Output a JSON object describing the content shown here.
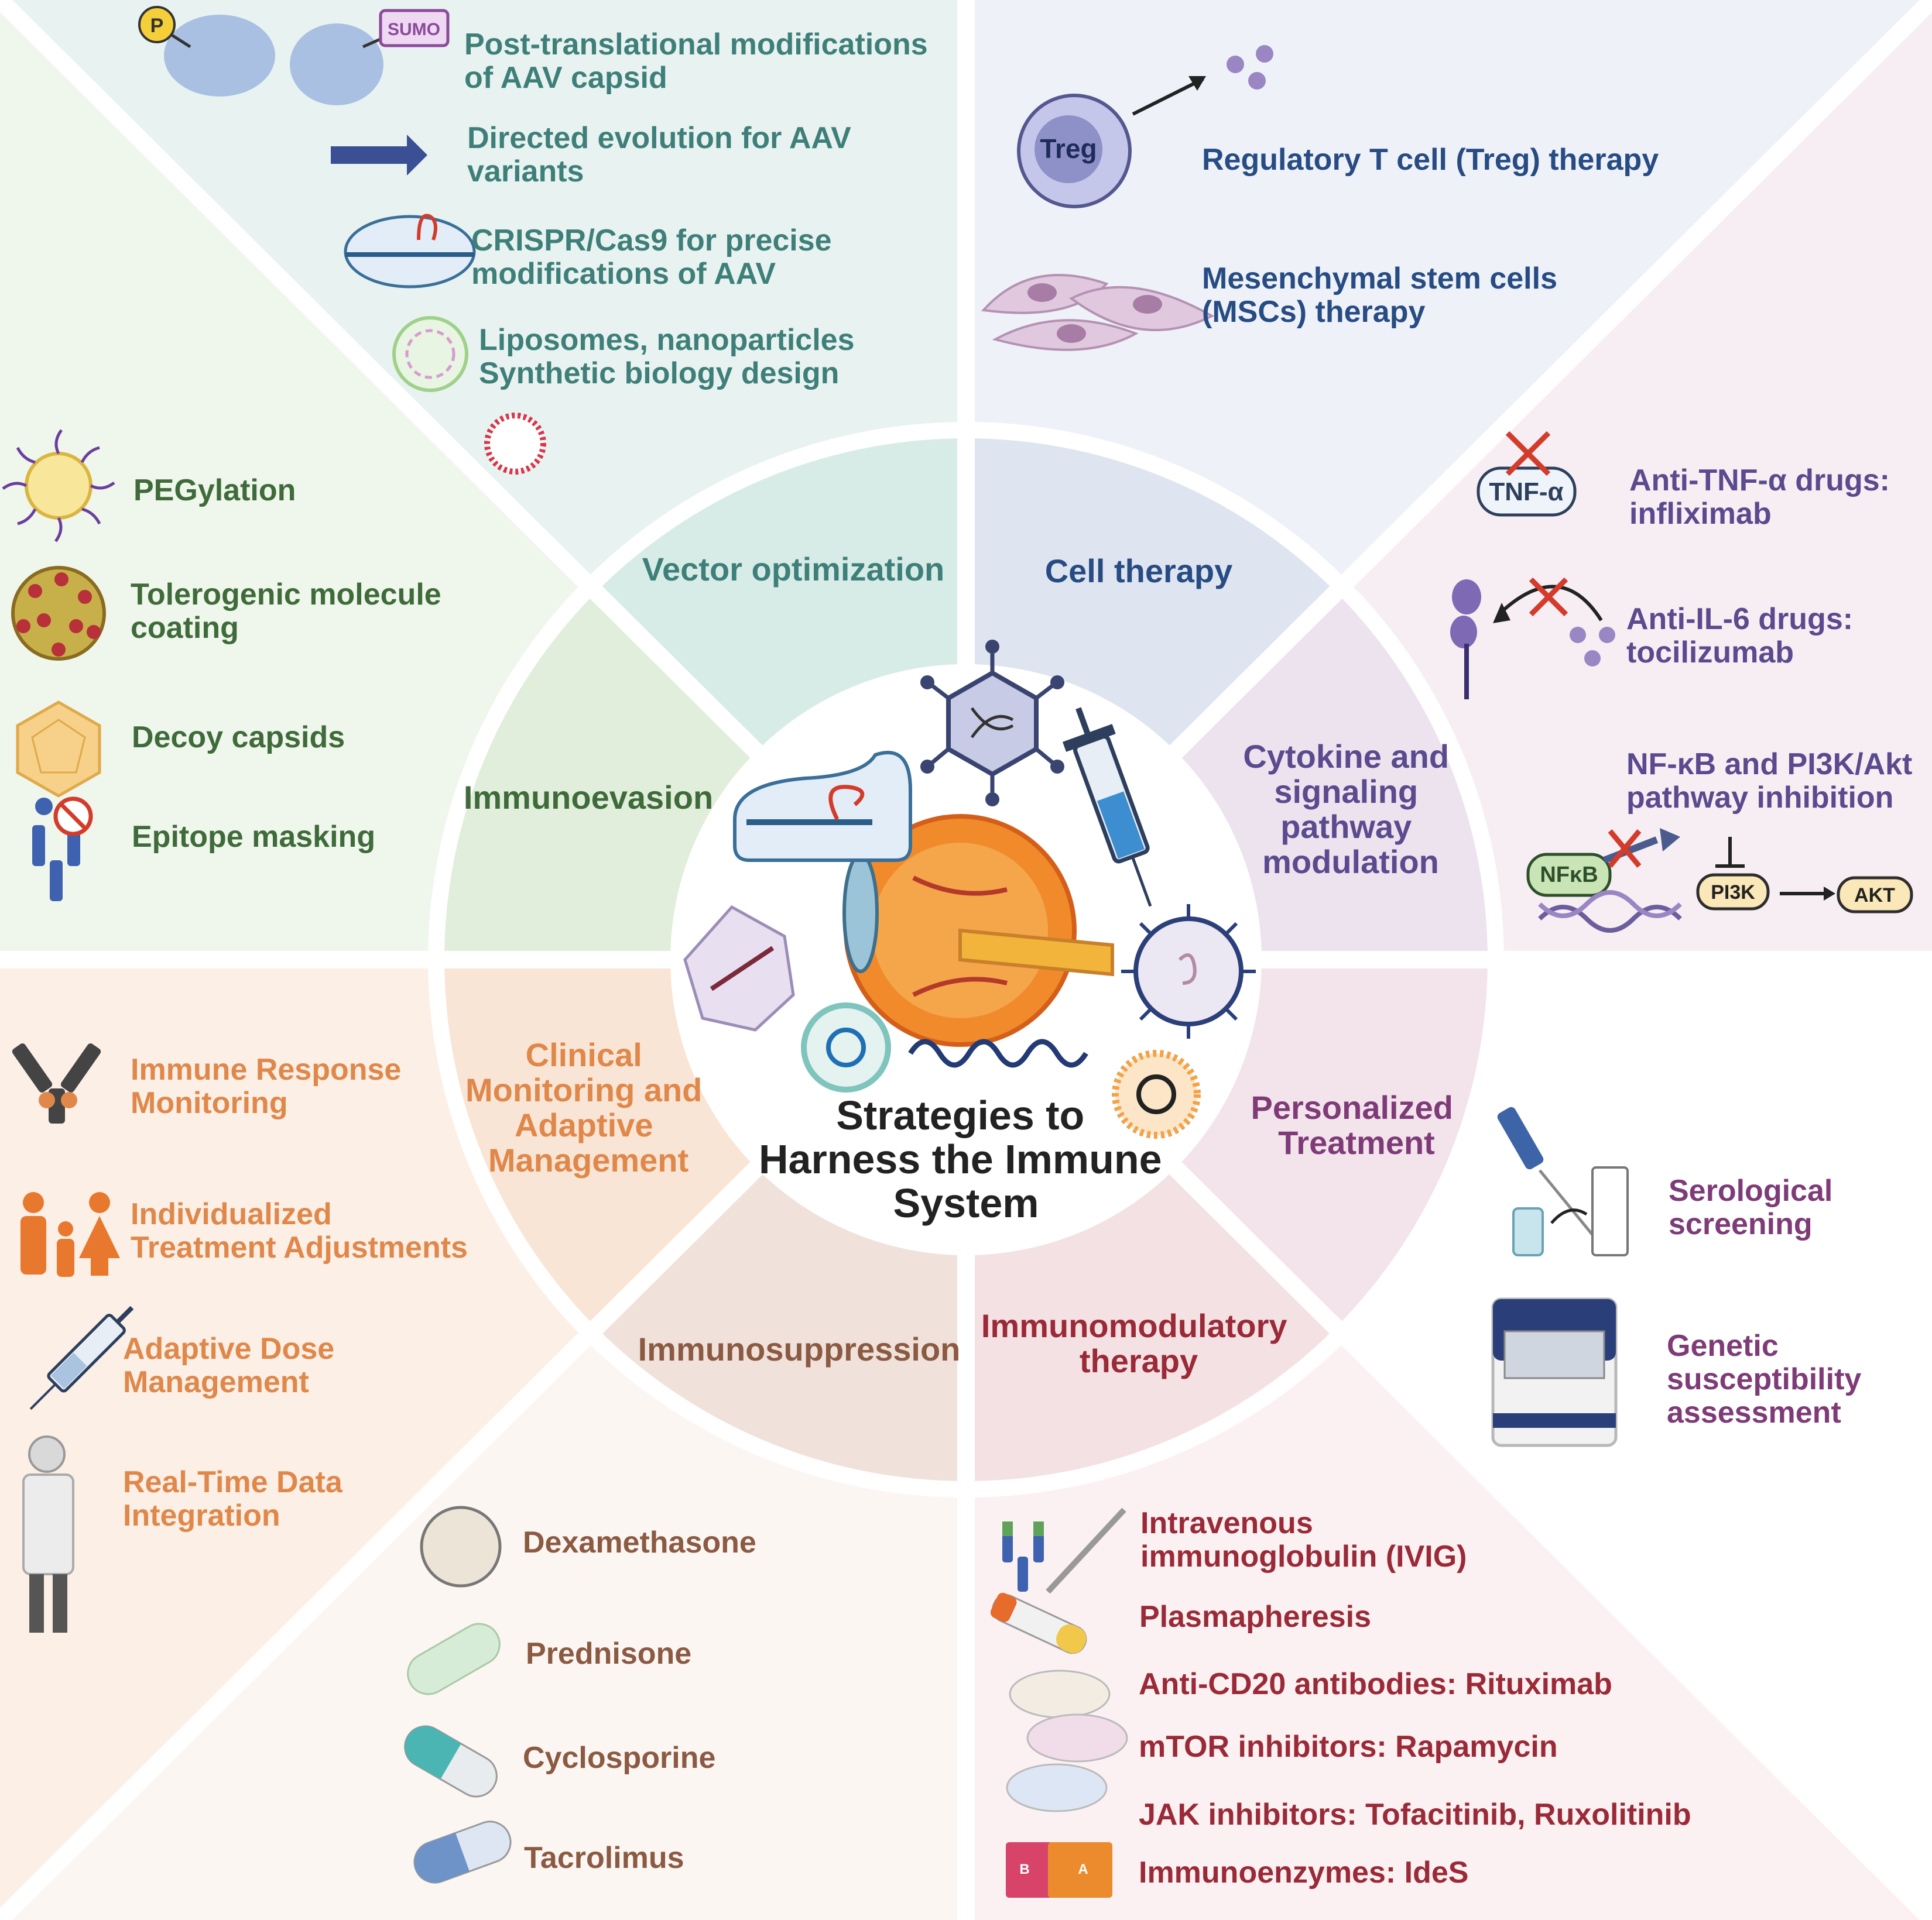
{
  "title_lines": [
    "Strategies to",
    "Harness the Immune",
    "System"
  ],
  "colors": {
    "teal": "#3f7f79",
    "navy": "#274b83",
    "purple": "#5a4a8e",
    "green": "#3f6b3a",
    "orange": "#e0874a",
    "brown": "#8b5a43",
    "crimson": "#9a2a37",
    "magenta": "#7e3b78"
  },
  "sectors": {
    "vector_optimization": "Vector optimization",
    "cell_therapy": "Cell therapy",
    "cytokine": [
      "Cytokine and",
      "signaling",
      "pathway",
      "modulation"
    ],
    "personalized": [
      "Personalized",
      "Treatment"
    ],
    "immunomodulatory": [
      "Immunomodulatory",
      "therapy"
    ],
    "immunosuppression": "Immunosuppression",
    "clinical": [
      "Clinical",
      "Monitoring and",
      "Adaptive",
      "Management"
    ],
    "immunoevasion": "Immunoevasion"
  },
  "vector_items": [
    [
      "Post-translational modifications",
      "of AAV capsid"
    ],
    [
      "Directed evolution for AAV",
      "variants"
    ],
    [
      "CRISPR/Cas9 for precise",
      "modifications of AAV"
    ],
    [
      "Liposomes, nanoparticles",
      "Synthetic biology design"
    ]
  ],
  "vector_icon_labels": {
    "phospho": "P",
    "sumo": "SUMO"
  },
  "cell_items": [
    [
      "Regulatory T cell (Treg) therapy"
    ],
    [
      "Mesenchymal stem cells",
      "(MSCs) therapy"
    ]
  ],
  "treg_label": "Treg",
  "cytokine_items": [
    [
      "Anti-TNF-α drugs:",
      "infliximab"
    ],
    [
      "Anti-IL-6 drugs:",
      "tocilizumab"
    ],
    [
      "NF-κB and PI3K/Akt",
      "pathway inhibition"
    ]
  ],
  "cytokine_icon_labels": {
    "tnf": "TNF-α",
    "nfkb": "NFκB",
    "pi3k": "PI3K",
    "akt": "AKT"
  },
  "immunoevasion_items": [
    "PEGylation",
    [
      "Tolerogenic molecule",
      "coating"
    ],
    "Decoy capsids",
    "Epitope masking"
  ],
  "clinical_items": [
    [
      "Immune Response",
      "Monitoring"
    ],
    [
      "Individualized",
      "Treatment Adjustments"
    ],
    [
      "Adaptive Dose",
      "Management"
    ],
    [
      "Real-Time Data",
      "Integration"
    ]
  ],
  "personalized_items": [
    [
      "Serological",
      "screening"
    ],
    [
      "Genetic",
      "susceptibility",
      "assessment"
    ]
  ],
  "immunosuppression_items": [
    "Dexamethasone",
    "Prednisone",
    "Cyclosporine",
    "Tacrolimus"
  ],
  "immunomodulatory_items": [
    [
      "Intravenous",
      "immunoglobulin (IVIG)"
    ],
    "Plasmapheresis",
    "Anti-CD20 antibodies: Rituximab",
    "mTOR inhibitors: Rapamycin",
    "JAK inhibitors: Tofacitinib, Ruxolitinib",
    "Immunoenzymes: IdeS"
  ],
  "immunoenzyme_icon_labels": {
    "b": "B",
    "a": "A"
  }
}
